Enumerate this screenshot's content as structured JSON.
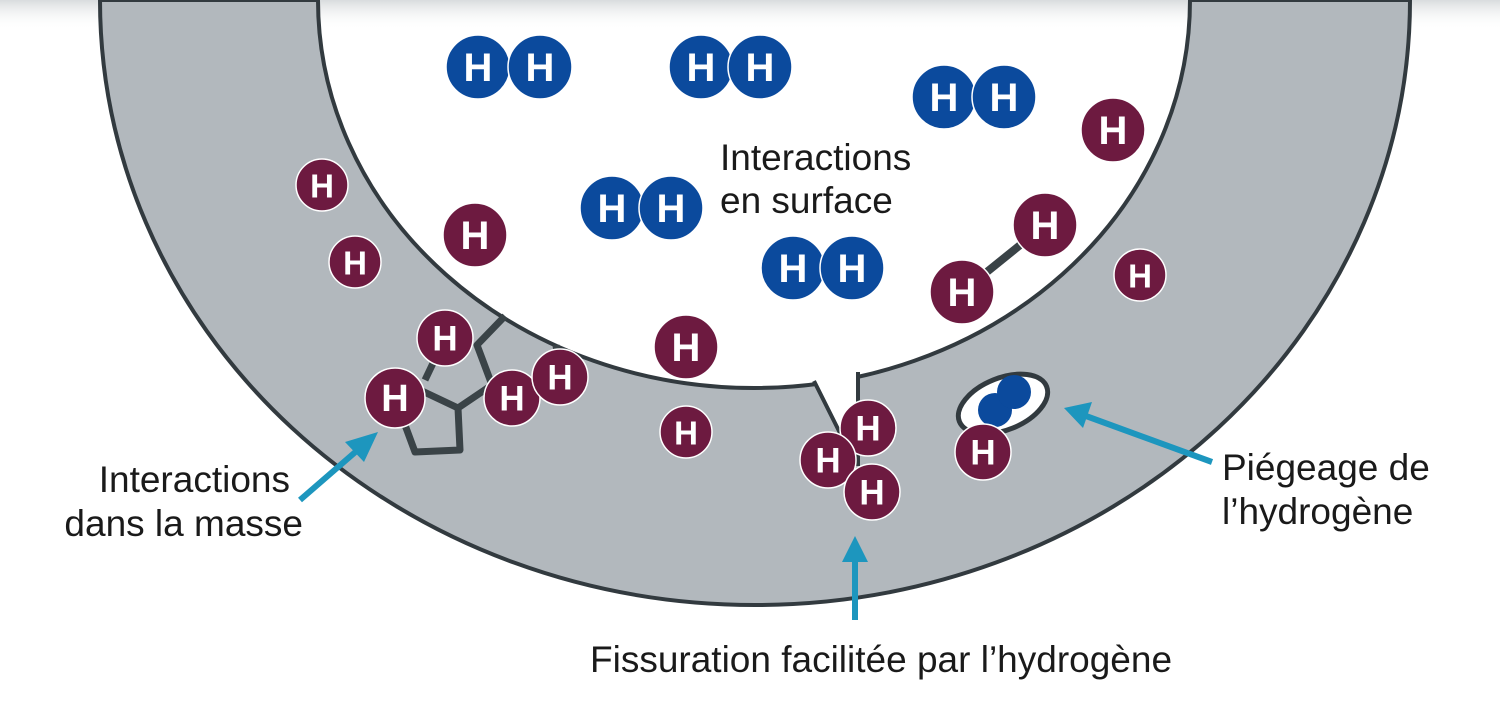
{
  "atom_label": "H",
  "labels": {
    "surface": [
      "Interactions",
      "en surface"
    ],
    "bulk": [
      "Interactions",
      "dans la masse"
    ],
    "trapping": [
      "Piégeage de",
      "l’hydrogène"
    ],
    "cracking": "Fissuration facilitée par l’hydrogène"
  },
  "colors": {
    "pipe": "#b2b8bd",
    "outline": "#323a3f",
    "atom_h": "#6d1a40",
    "molecule_h2": "#0b4a9d",
    "arrow": "#1d96be"
  }
}
